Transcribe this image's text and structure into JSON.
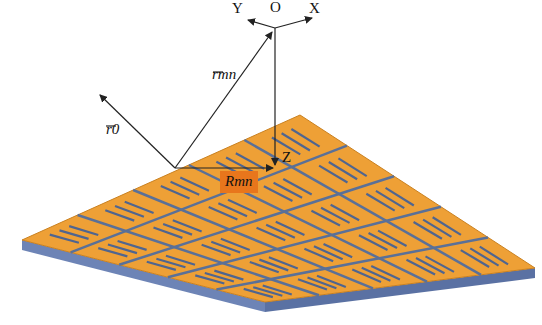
{
  "diagram": {
    "labels": [
      "O",
      "X",
      "Y",
      "Z",
      "rmn",
      "r0",
      "Rmn"
    ]
  }
}
